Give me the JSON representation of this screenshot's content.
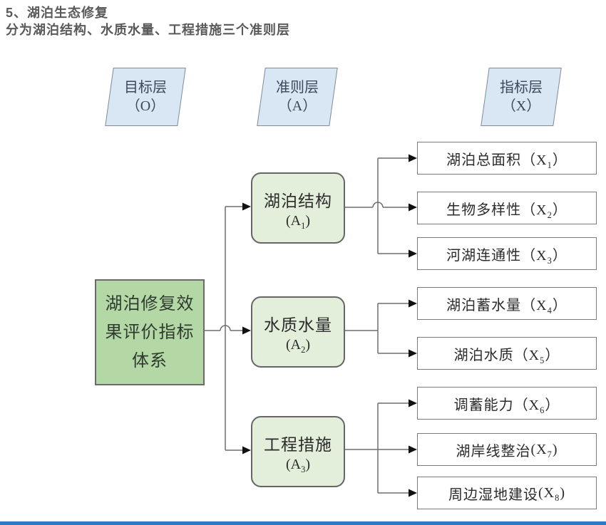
{
  "title": {
    "line1": "5、湖泊生态修复",
    "line2": "分为湖泊结构、水质水量、工程措施三个准则层"
  },
  "layers": [
    {
      "name": "目标层",
      "code": "（O）"
    },
    {
      "name": "准则层",
      "code": "（A）"
    },
    {
      "name": "指标层",
      "code": "（X）"
    }
  ],
  "goal": {
    "text": "湖泊修复效\n果评价指标\n体系"
  },
  "criteria": [
    {
      "label": "湖泊结构",
      "open": "(A",
      "sub": "1",
      "close": ")"
    },
    {
      "label": "水质水量",
      "open": "(A",
      "sub": "2",
      "close": ")"
    },
    {
      "label": "工程措施",
      "open": "(A",
      "sub": "3",
      "close": ")"
    }
  ],
  "indicators": [
    {
      "label": "湖泊总面积",
      "open": " （X",
      "sub": "1",
      "close": "）"
    },
    {
      "label": "生物多样性",
      "open": " （X",
      "sub": "2",
      "close": "）"
    },
    {
      "label": "河湖连通性",
      "open": " （X",
      "sub": "3",
      "close": "）"
    },
    {
      "label": "湖泊蓄水量",
      "open": " （X",
      "sub": "4",
      "close": "）"
    },
    {
      "label": "湖泊水质",
      "open": " （X",
      "sub": "5",
      "close": "）"
    },
    {
      "label": "调蓄能力",
      "open": " （X",
      "sub": "6",
      "close": "）"
    },
    {
      "label": "湖岸线整治",
      "open": "(X",
      "sub": "7",
      "close": ")"
    },
    {
      "label": "周边湿地建设",
      "open": "(X",
      "sub": "8",
      "close": ")"
    }
  ],
  "colors": {
    "title_text": "#595959",
    "layer_parallelogram_fill": "#d9e6f3",
    "goal_box_fill": "#b4d7a6",
    "criteria_box_fill": "#e3efda",
    "indicator_box_fill": "#ffffff",
    "connector_line": "#6e6e6e",
    "arrowhead": "#111111",
    "bottom_bar": "#2f7ac2"
  }
}
